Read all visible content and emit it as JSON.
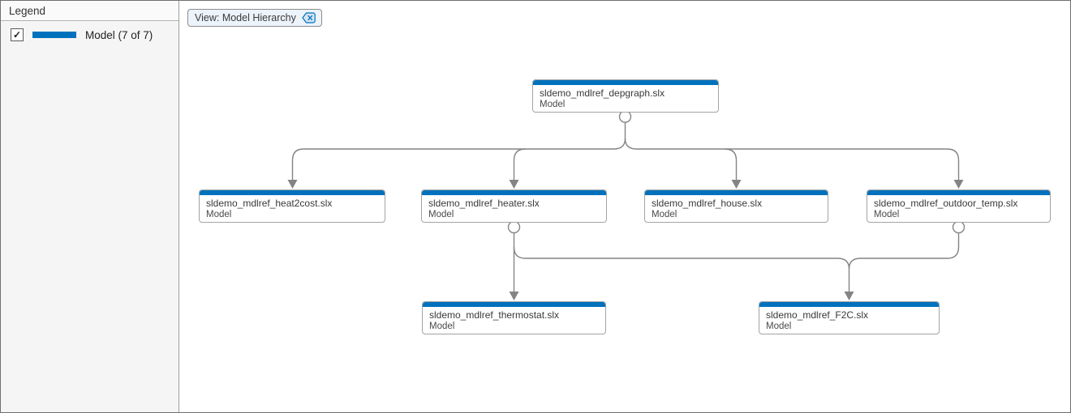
{
  "legend": {
    "title": "Legend",
    "item": {
      "checked": true,
      "checkmark": "✓",
      "label": "Model (7 of 7)"
    }
  },
  "view_chip": {
    "label": "View: Model Hierarchy",
    "close_icon": "backspace-x-icon"
  },
  "colors": {
    "model_blue": "#0072BD",
    "edge_gray": "#848484",
    "node_border": "#a3a3a3",
    "panel_bg": "#f5f5f5",
    "canvas_bg": "#ffffff"
  },
  "diagram": {
    "type": "model-dependency-hierarchy",
    "nodes": [
      {
        "id": "depgraph",
        "title": "sldemo_mdlref_depgraph.slx",
        "subtitle": "Model"
      },
      {
        "id": "heat2cost",
        "title": "sldemo_mdlref_heat2cost.slx",
        "subtitle": "Model"
      },
      {
        "id": "heater",
        "title": "sldemo_mdlref_heater.slx",
        "subtitle": "Model"
      },
      {
        "id": "house",
        "title": "sldemo_mdlref_house.slx",
        "subtitle": "Model"
      },
      {
        "id": "outdoor_temp",
        "title": "sldemo_mdlref_outdoor_temp.slx",
        "subtitle": "Model"
      },
      {
        "id": "thermostat",
        "title": "sldemo_mdlref_thermostat.slx",
        "subtitle": "Model"
      },
      {
        "id": "F2C",
        "title": "sldemo_mdlref_F2C.slx",
        "subtitle": "Model"
      }
    ],
    "edges": [
      {
        "from": "sldemo_mdlref_depgraph.slx",
        "to": "sldemo_mdlref_heat2cost.slx"
      },
      {
        "from": "sldemo_mdlref_depgraph.slx",
        "to": "sldemo_mdlref_heater.slx"
      },
      {
        "from": "sldemo_mdlref_depgraph.slx",
        "to": "sldemo_mdlref_house.slx"
      },
      {
        "from": "sldemo_mdlref_depgraph.slx",
        "to": "sldemo_mdlref_outdoor_temp.slx"
      },
      {
        "from": "sldemo_mdlref_heater.slx",
        "to": "sldemo_mdlref_thermostat.slx"
      },
      {
        "from": "sldemo_mdlref_heater.slx",
        "to": "sldemo_mdlref_F2C.slx"
      },
      {
        "from": "sldemo_mdlref_outdoor_temp.slx",
        "to": "sldemo_mdlref_F2C.slx"
      }
    ]
  }
}
